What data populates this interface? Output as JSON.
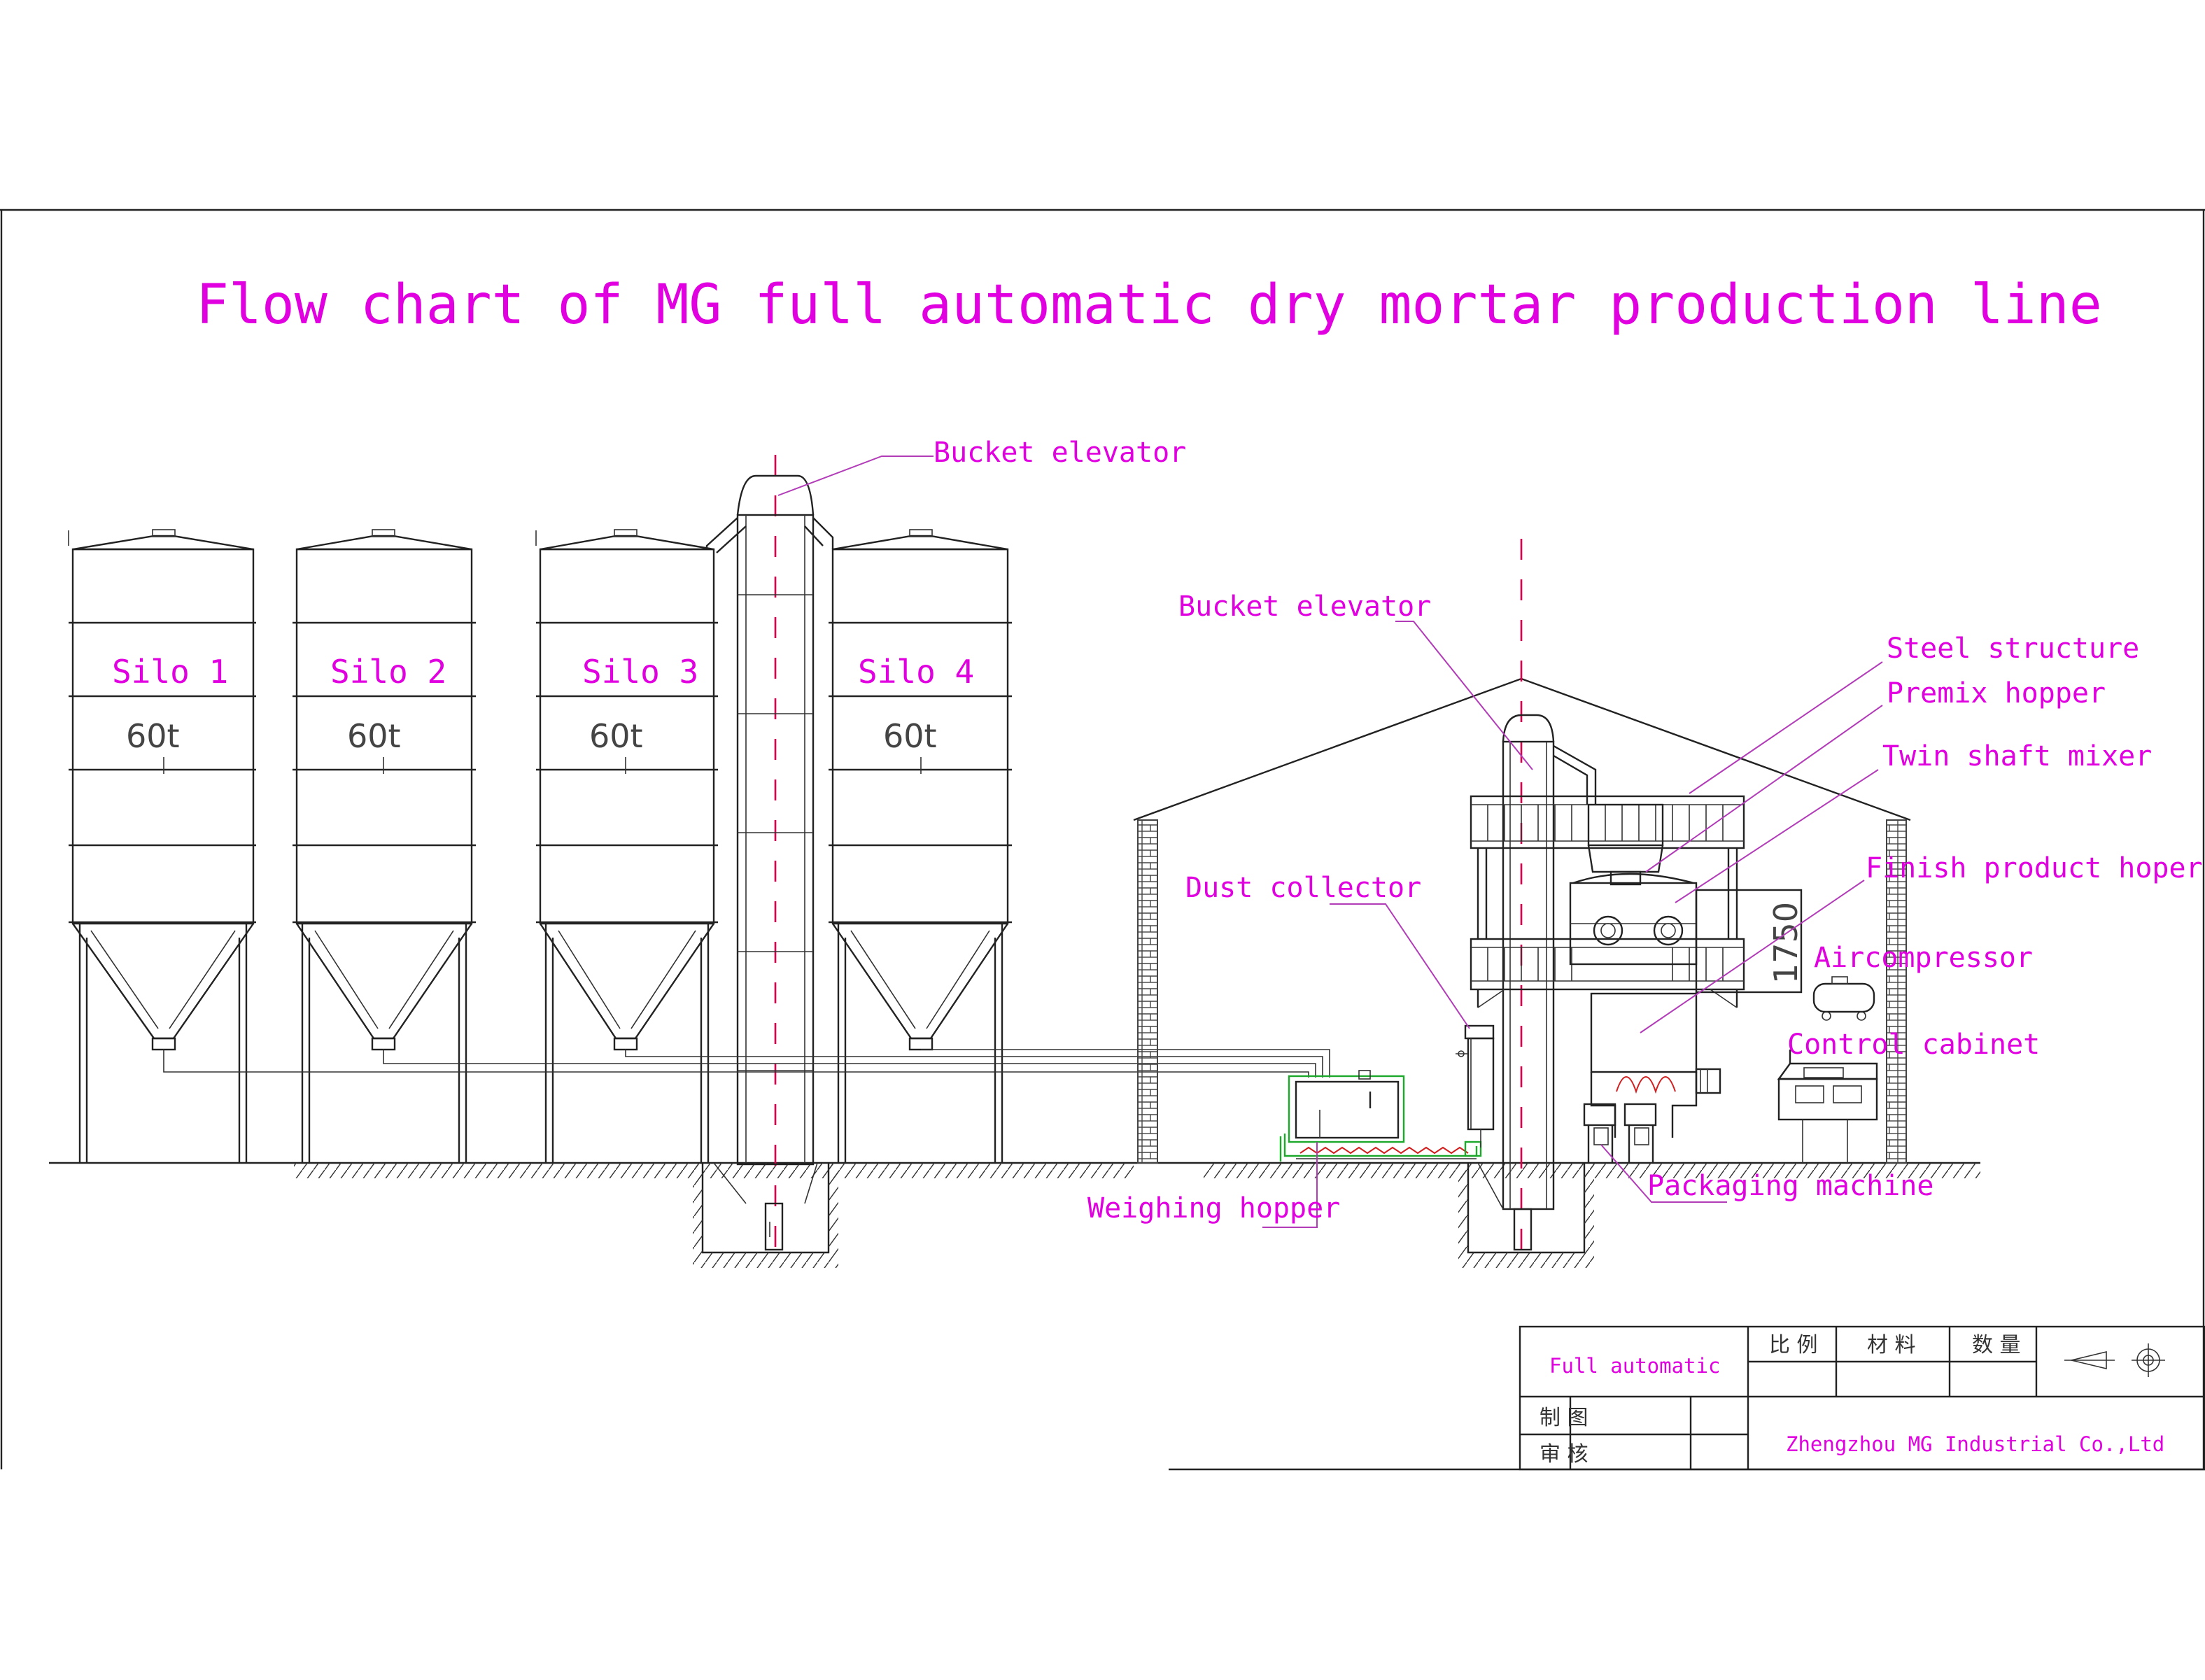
{
  "title": "Flow chart of MG full automatic dry mortar production line",
  "silos": [
    {
      "label": "Silo 1",
      "capacity": "60t"
    },
    {
      "label": "Silo 2",
      "capacity": "60t"
    },
    {
      "label": "Silo 3",
      "capacity": "60t"
    },
    {
      "label": "Silo 4",
      "capacity": "60t"
    }
  ],
  "labels": {
    "bucket_elevator_outdoor": "Bucket elevator",
    "bucket_elevator_indoor": "Bucket elevator",
    "dust_collector": "Dust collector",
    "weighing_hopper": "Weighing hopper",
    "steel_structure": "Steel structure",
    "premix_hopper": "Premix hopper",
    "twin_shaft_mixer": "Twin shaft mixer",
    "finish_product_hopper": "Finish product hoper",
    "air_compressor": "Aircompressor",
    "control_cabinet": "Control cabinet",
    "packaging_machine": "Packaging machine",
    "dimension": "1750"
  },
  "title_block": {
    "drawing_name": "Full automatic",
    "scale_header": "比 例",
    "material_header": "材 料",
    "quantity_header": "数 量",
    "drawn_by_label": "制 图",
    "checked_by_label": "审 核",
    "company": "Zhengzhou MG Industrial Co.,Ltd"
  },
  "colors": {
    "label": "#e000e0",
    "centerline": "#e0004a",
    "belt": "#1ca82a",
    "line": "#222222"
  }
}
